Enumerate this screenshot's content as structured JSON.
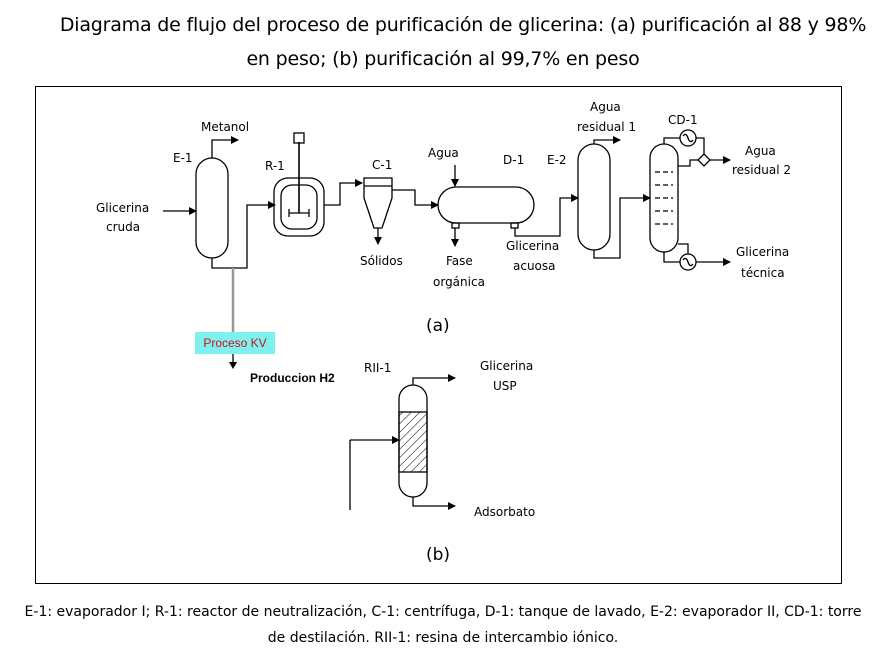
{
  "title": {
    "line1": "Diagrama de flujo del proceso de purificación de glicerina: (a) purificación al 88 y 98%",
    "line2": "en peso; (b) purificación al 99,7% en peso"
  },
  "labels": {
    "metanol": "Metanol",
    "e1": "E-1",
    "glicerina_cruda_1": "Glicerina",
    "glicerina_cruda_2": "cruda",
    "r1": "R-1",
    "c1": "C-1",
    "solidos": "Sólidos",
    "agua": "Agua",
    "d1": "D-1",
    "fase_1": "Fase",
    "fase_2": "orgánica",
    "glic_acuosa_1": "Glicerina",
    "glic_acuosa_2": "acuosa",
    "e2": "E-2",
    "agua_res1_1": "Agua",
    "agua_res1_2": "residual 1",
    "cd1": "CD-1",
    "agua_res2_1": "Agua",
    "agua_res2_2": "residual 2",
    "glic_tec_1": "Glicerina",
    "glic_tec_2": "técnica",
    "part_a": "(a)",
    "proceso_kv": "Proceso KV",
    "produccion_h2": "Produccion H2",
    "rii1": "RII-1",
    "glic_usp_1": "Glicerina",
    "glic_usp_2": "USP",
    "adsorbato": "Adsorbato",
    "part_b": "(b)"
  },
  "caption": {
    "line1": "E-1: evaporador I; R-1: reactor de neutralización, C-1: centrífuga, D-1: tanque de lavado, E-2: evaporador II, CD-1: torre",
    "line2": "de destilación. RII-1: resina de intercambio iónico."
  },
  "colors": {
    "proceso_kv_bg": "#7ff0f0",
    "proceso_kv_text": "#d01010",
    "kv_line": "#999999"
  }
}
